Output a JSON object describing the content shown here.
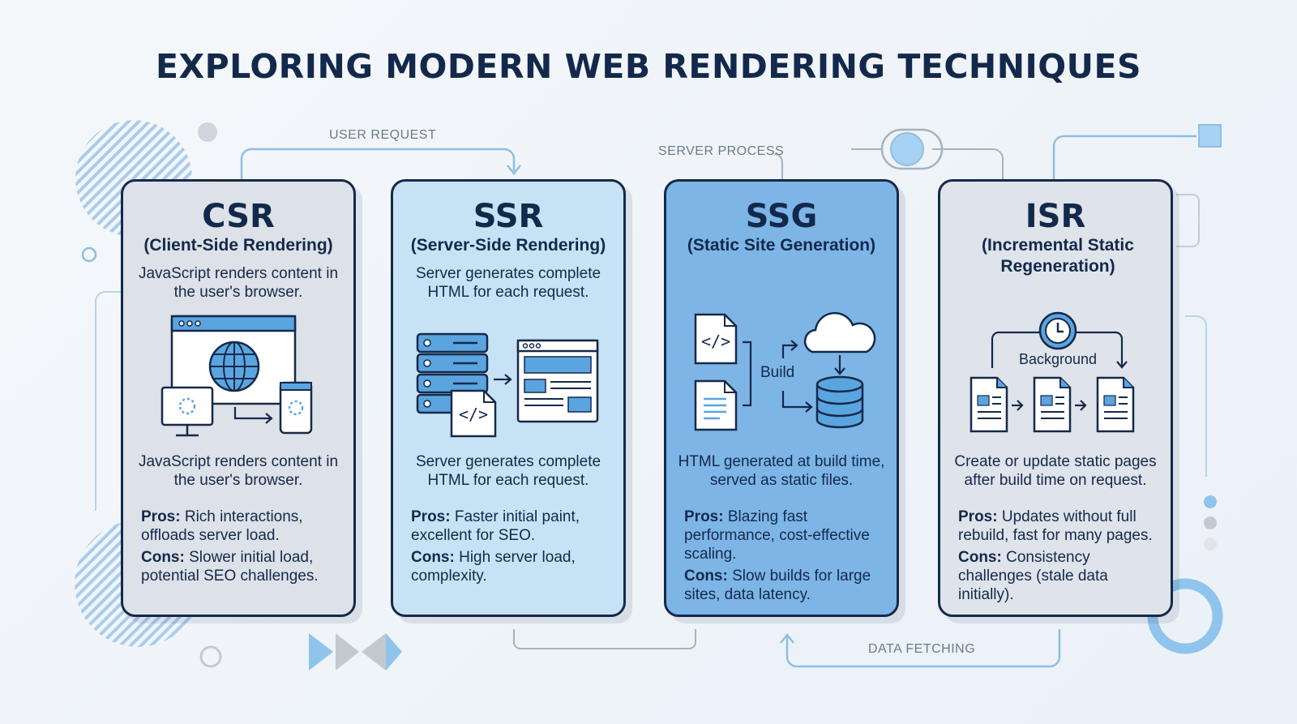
{
  "title": "EXPLORING MODERN WEB RENDERING TECHNIQUES",
  "flow_labels": {
    "user_request": "USER REQUEST",
    "server_process": "SERVER PROCESS",
    "data_fetching": "DATA FETCHING"
  },
  "colors": {
    "navy": "#16294a",
    "accent_blue": "#5aa5e0",
    "card_csr": "#dde1e8",
    "card_ssr": "#c8e2f5",
    "card_ssg": "#7db5e7",
    "card_isr": "#dfe3ea"
  },
  "cards": [
    {
      "abbr": "CSR",
      "name": "(Client-Side Rendering)",
      "description": "JavaScript renders content in the user's browser.",
      "summary": "JavaScript renders content in the user's browser.",
      "pros_label": "Pros:",
      "pros": "Rich interactions, offloads server load.",
      "cons_label": "Cons:",
      "cons": "Slower initial load, potential SEO challenges.",
      "icons": [
        "browser-window-icon",
        "globe-icon",
        "desktop-monitor-icon",
        "smartphone-icon"
      ]
    },
    {
      "abbr": "SSR",
      "name": "(Server-Side Rendering)",
      "description": "Server generates complete HTML for each request.",
      "summary": "Server generates complete HTML for each request.",
      "pros_label": "Pros:",
      "pros": "Faster initial paint, excellent for SEO.",
      "cons_label": "Cons:",
      "cons": "High server load, complexity.",
      "icons": [
        "server-stack-icon",
        "code-file-icon",
        "web-page-icon"
      ]
    },
    {
      "abbr": "SSG",
      "name": "(Static Site Generation)",
      "description": "",
      "summary": "HTML generated at build time, served as static files.",
      "pros_label": "Pros:",
      "pros": "Blazing fast performance, cost-effective scaling.",
      "cons_label": "Cons:",
      "cons": "Slow builds for large sites, data latency.",
      "build_label": "Build",
      "icons": [
        "code-file-icon",
        "text-file-icon",
        "cloud-icon",
        "database-icon"
      ]
    },
    {
      "abbr": "ISR",
      "name": "(Incremental Static Regeneration)",
      "description": "",
      "summary": "Create or update static pages after build time on request.",
      "pros_label": "Pros:",
      "pros": "Updates without full rebuild, fast for many pages.",
      "cons_label": "Cons:",
      "cons": "Consistency challenges (stale data initially).",
      "background_label": "Background",
      "icons": [
        "clock-icon",
        "document-icon"
      ]
    }
  ]
}
